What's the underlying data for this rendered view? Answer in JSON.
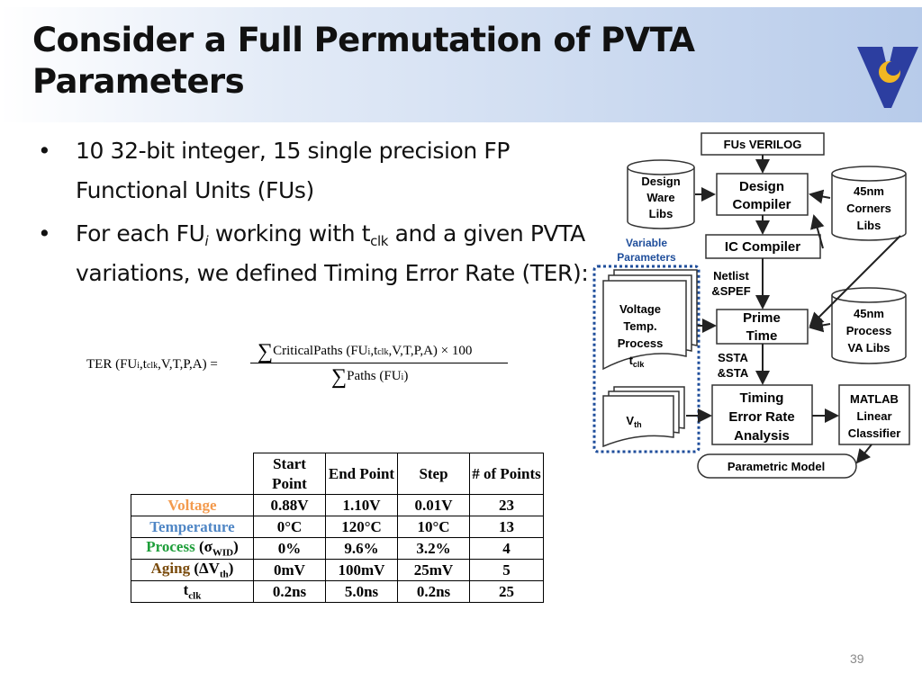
{
  "title": "Consider a Full Permutation of PVTA Parameters",
  "bullets": {
    "b1": "10 32-bit integer, 15 single precision FP Functional Units (FUs)",
    "b2": {
      "t1": "For each FU",
      "sub_i": "i",
      "t2": " working with t",
      "sub_clk": "clk",
      "t3": " and a given PVTA variations, we defined Timing Error Rate (TER):"
    }
  },
  "formula": {
    "lhs": "TER (FU",
    "lhs_sub": "i",
    "lhs_mid": ",t",
    "lhs_clk": "clk",
    "lhs_end": ",V,T,P,A) =",
    "sum": "∑",
    "num1": "CriticalPaths (FU",
    "num_sub": "i",
    "num_mid": ",t",
    "num_clk": "clk",
    "num_end": ",V,T,P,A) × 100",
    "den1": "Paths (FU",
    "den_sub": "i",
    "den_end": ")"
  },
  "table": {
    "headers": [
      "Start Point",
      "End Point",
      "Step",
      "# of Points"
    ],
    "rows": [
      {
        "label": "Voltage",
        "label_extra": "",
        "sub": "",
        "cells": [
          "0.88V",
          "1.10V",
          "0.01V",
          "23"
        ]
      },
      {
        "label": "Temperature",
        "label_extra": "",
        "sub": "",
        "cells": [
          "0°C",
          "120°C",
          "10°C",
          "13"
        ]
      },
      {
        "label": "Process",
        "label_extra": " (σ",
        "sub": "WID",
        "label_end": ")",
        "cells": [
          "0%",
          "9.6%",
          "3.2%",
          "4"
        ]
      },
      {
        "label": "Aging",
        "label_extra": " (ΔV",
        "sub": "th",
        "label_end": ")",
        "cells": [
          "0mV",
          "100mV",
          "25mV",
          "5"
        ]
      },
      {
        "label": "t",
        "sub": "clk",
        "cells": [
          "0.2ns",
          "5.0ns",
          "0.2ns",
          "25"
        ]
      }
    ]
  },
  "flow": {
    "fus_verilog": "FUs VERILOG",
    "design_ware": [
      "Design",
      "Ware",
      "Libs"
    ],
    "design_compiler": [
      "Design",
      "Compiler"
    ],
    "corners": [
      "45nm",
      "Corners",
      "Libs"
    ],
    "variable_params": [
      "Variable",
      "Parameters"
    ],
    "ic_compiler": "IC Compiler",
    "netlist": [
      "Netlist",
      "&SPEF"
    ],
    "vtp": [
      "Voltage",
      "Temp.",
      "Process"
    ],
    "tclk_t": "t",
    "tclk_sub": "clk",
    "prime_time": [
      "Prime",
      "Time"
    ],
    "va_libs": [
      "45nm",
      "Process",
      "VA Libs"
    ],
    "ssta": [
      "SSTA",
      "&STA"
    ],
    "vth_v": "V",
    "vth_sub": "th",
    "ter_analysis": [
      "Timing",
      "Error Rate",
      "Analysis"
    ],
    "matlab": [
      "MATLAB",
      "Linear",
      "Classifier"
    ],
    "parametric": "Parametric Model"
  },
  "page_number": "39",
  "colors": {
    "title_bar": "#b7cbea",
    "voltage": "#f39a4d",
    "temperature": "#4f86c5",
    "process": "#1e9e3a",
    "aging": "#7a4b0c",
    "variable_box": "#1f4e9b"
  }
}
